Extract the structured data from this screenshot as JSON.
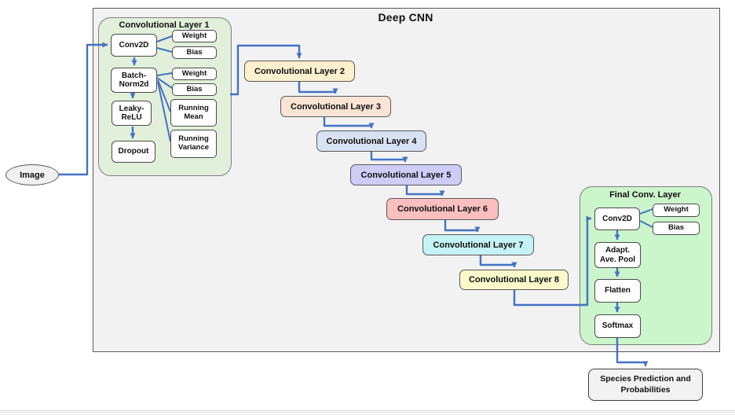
{
  "colors": {
    "accent": "#4472C4",
    "outer_fill": "#F2F2F2",
    "layer1_fill": "#E2EFDA",
    "final_fill": "#CBF5CB",
    "node_fill": "#FFFFFF"
  },
  "diagram": {
    "title": "Deep CNN",
    "input": {
      "label": "Image"
    },
    "layer1": {
      "title": "Convolutional Layer 1",
      "conv": "Conv2D",
      "batchnorm": "Batch-\nNorm2d",
      "leaky": "Leaky-\nReLU",
      "dropout": "Dropout",
      "conv_params": [
        "Weight",
        "Bias"
      ],
      "bn_params": [
        "Weight",
        "Bias",
        "Running\nMean",
        "Running\nVariance"
      ]
    },
    "cascade": [
      {
        "label": "Convolutional Layer 2",
        "fill": "#FCF0CE"
      },
      {
        "label": "Convolutional Layer 3",
        "fill": "#FAE4D5"
      },
      {
        "label": "Convolutional Layer 4",
        "fill": "#D9E2F3"
      },
      {
        "label": "Convolutional Layer 5",
        "fill": "#CFCCF7"
      },
      {
        "label": "Convolutional Layer 6",
        "fill": "#FBBFBF"
      },
      {
        "label": "Convolutional Layer 7",
        "fill": "#C5F2F4"
      },
      {
        "label": "Convolutional Layer 8",
        "fill": "#FAFACB"
      }
    ],
    "final_layer": {
      "title": "Final Conv. Layer",
      "conv": "Conv2D",
      "conv_params": [
        "Weight",
        "Bias"
      ],
      "pool": "Adapt.\nAve. Pool",
      "flatten": "Flatten",
      "softmax": "Softmax"
    },
    "output": {
      "label": "Species Prediction and\nProbabilities"
    }
  }
}
